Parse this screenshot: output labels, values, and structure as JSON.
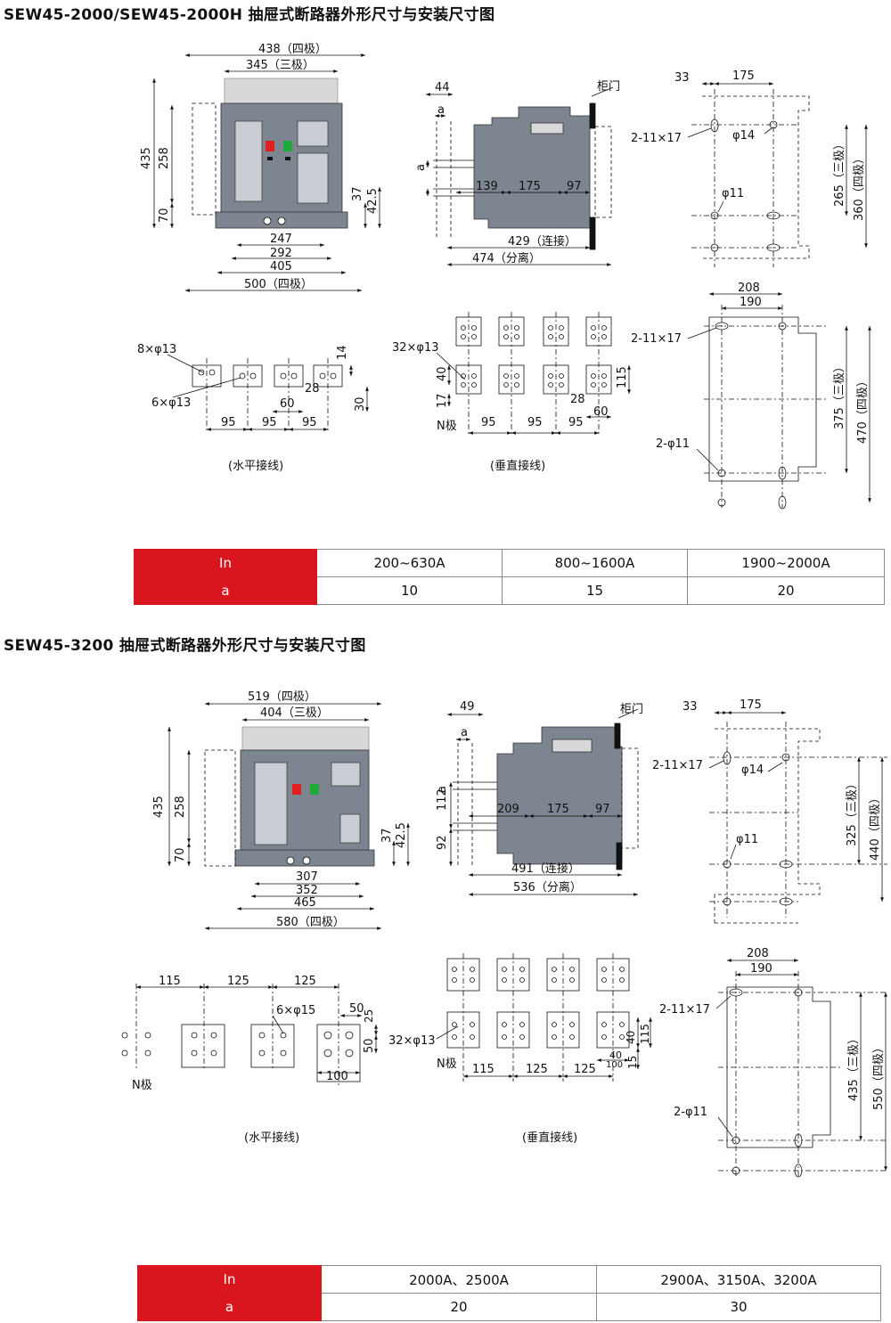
{
  "section1": {
    "title": "SEW45-2000/SEW45-2000H 抽屉式断路器外形尺寸与安装尺寸图",
    "front": {
      "d438": "438（四极）",
      "d345": "345（三极）",
      "d435": "435",
      "d258": "258",
      "d70": "70",
      "d37": "37",
      "d42_5": "42.5",
      "d247": "247",
      "d292": "292",
      "d405": "405",
      "d500": "500（四极）"
    },
    "side": {
      "d44": "44",
      "a": "a",
      "door": "柜门",
      "d139": "139",
      "d175": "175",
      "d97": "97",
      "d429": "429（连接）",
      "d474": "474（分离）"
    },
    "mount_top": {
      "d33": "33",
      "d175": "175",
      "hole1": "2-11×17",
      "phi14": "φ14",
      "phi11": "φ11",
      "d265": "265（三极）",
      "d360": "360（四极）"
    },
    "horiz": {
      "holes8": "8×φ13",
      "holes6": "6×φ13",
      "d14": "14",
      "d28": "28",
      "d60": "60",
      "d30": "30",
      "d95a": "95",
      "d95b": "95",
      "d95c": "95",
      "caption": "(水平接线)"
    },
    "vert": {
      "holes32": "32×φ13",
      "d40": "40",
      "d17": "17",
      "npole": "N极",
      "d95a": "95",
      "d95b": "95",
      "d95c": "95",
      "d28": "28",
      "d60": "60",
      "d115": "115",
      "caption": "(垂直接线)"
    },
    "mount_bottom": {
      "d208": "208",
      "d190": "190",
      "hole1": "2-11×17",
      "hole2": "2-φ11",
      "d375": "375（三极）",
      "d470": "470（四极）"
    },
    "table": {
      "row1_label": "In",
      "row1": [
        "200~630A",
        "800~1600A",
        "1900~2000A"
      ],
      "row2_label": "a",
      "row2": [
        "10",
        "15",
        "20"
      ]
    }
  },
  "section2": {
    "title": "SEW45-3200 抽屉式断路器外形尺寸与安装尺寸图",
    "front": {
      "d519": "519（四极）",
      "d404": "404（三极）",
      "d435": "435",
      "d258": "258",
      "d70": "70",
      "d37": "37",
      "d42_5": "42.5",
      "d307": "307",
      "d352": "352",
      "d465": "465",
      "d580": "580（四极）"
    },
    "side": {
      "d49": "49",
      "a": "a",
      "door": "柜门",
      "d112": "112",
      "a2": "a",
      "d92": "92",
      "d209": "209",
      "d175": "175",
      "d97": "97",
      "d491": "491（连接）",
      "d536": "536（分离）"
    },
    "mount_top": {
      "d33": "33",
      "d175": "175",
      "hole1": "2-11×17",
      "phi14": "φ14",
      "phi11": "φ11",
      "d325": "325（三极）",
      "d440": "440（四极）"
    },
    "horiz": {
      "d115": "115",
      "d125a": "125",
      "d125b": "125",
      "holes6": "6×φ15",
      "d50a": "50",
      "d25": "25",
      "d50b": "50",
      "d100": "100",
      "npole": "N极",
      "caption": "(水平接线)"
    },
    "vert": {
      "holes32": "32×φ13",
      "npole": "N极",
      "d115": "115",
      "d125a": "125",
      "d125b": "125",
      "d40": "40",
      "d100": "100",
      "d40b": "40",
      "d115b": "115",
      "d15": "15",
      "caption": "(垂直接线)"
    },
    "mount_bottom": {
      "d208": "208",
      "d190": "190",
      "hole1": "2-11×17",
      "hole2": "2-φ11",
      "d435": "435（三极）",
      "d550": "550（四极）"
    },
    "table": {
      "row1_label": "In",
      "row1": [
        "2000A、2500A",
        "2900A、3150A、3200A"
      ],
      "row2_label": "a",
      "row2": [
        "20",
        "30"
      ]
    }
  }
}
